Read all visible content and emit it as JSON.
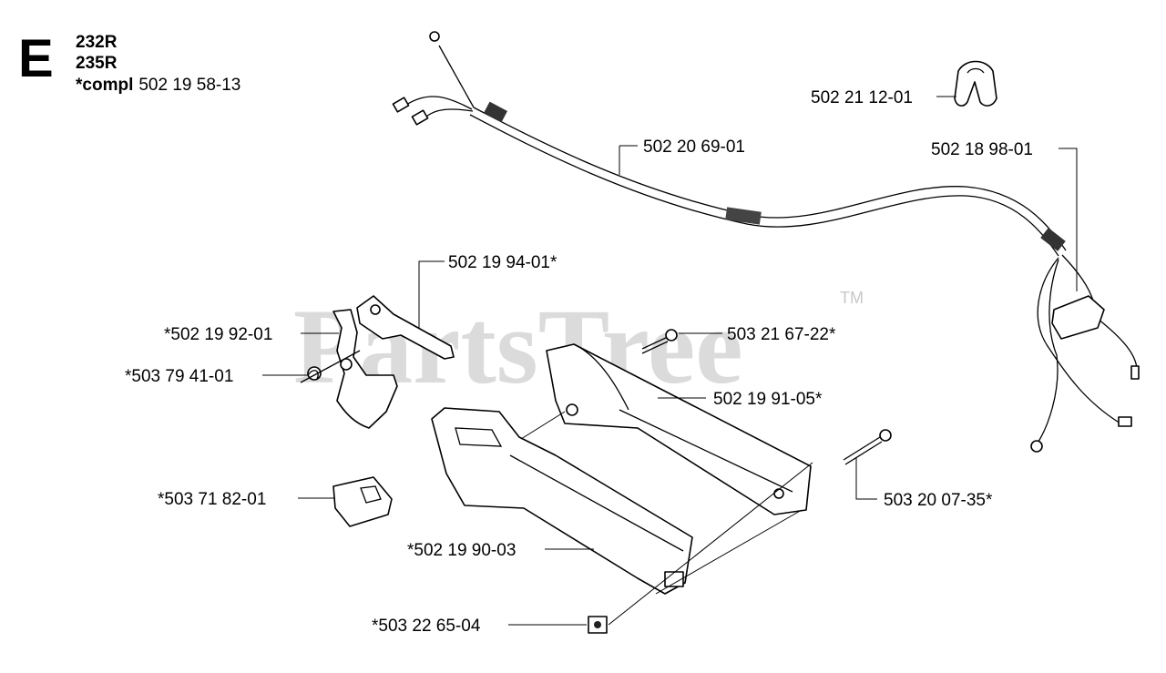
{
  "section_letter": "E",
  "models": [
    "232R",
    "235R"
  ],
  "compl": {
    "prefix": "*compl",
    "number": "502 19 58-13"
  },
  "watermark": {
    "text": "PartsTree",
    "tm": "TM"
  },
  "callouts": {
    "hanger": "502 21 12-01",
    "cable": "502 20 69-01",
    "harness": "502 18 98-01",
    "lever_pin": "502 19 94-01*",
    "throttle_lever": "*502 19 92-01",
    "spring": "*503 79 41-01",
    "screw_top": "503 21 67-22*",
    "handle_half_right": "502 19 91-05*",
    "switch": "*503 71 82-01",
    "screw_long": "503 20 07-35*",
    "handle_half_left": "*502 19 90-03",
    "nut": "*503 22 65-04"
  }
}
